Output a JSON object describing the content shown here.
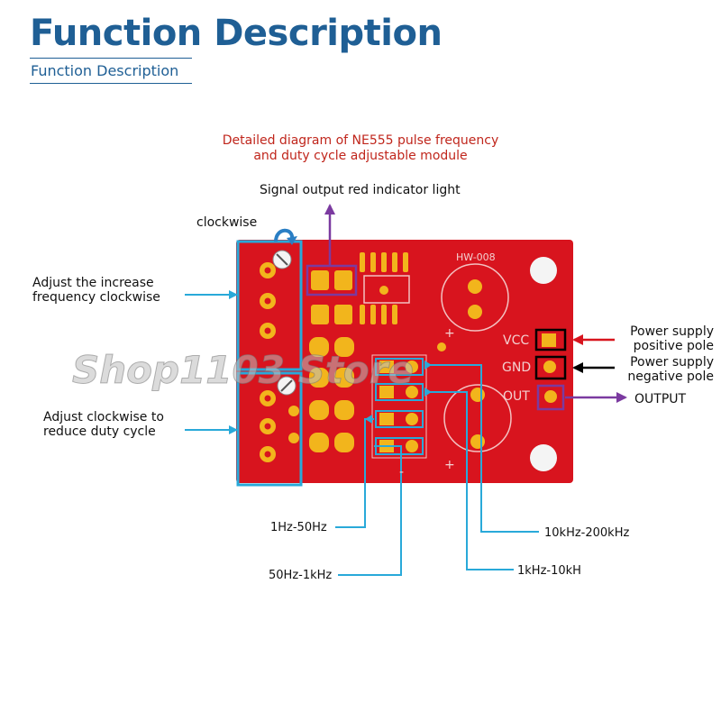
{
  "header": {
    "title": "Function Description",
    "subtitle": "Function Description"
  },
  "diagram": {
    "heading_line1": "Detailed diagram of NE555 pulse frequency",
    "heading_line2": "and duty cycle adjustable module",
    "signal_light_label": "Signal output red indicator light",
    "clockwise_label": "clockwise",
    "freq_adjust_line1": "Adjust the increase",
    "freq_adjust_line2": "frequency clockwise",
    "duty_adjust_line1": "Adjust clockwise to",
    "duty_adjust_line2": "reduce duty cycle",
    "vcc_desc_line1": "Power supply",
    "vcc_desc_line2": "positive pole",
    "gnd_desc_line1": "Power supply",
    "gnd_desc_line2": "negative pole",
    "output_label": "OUTPUT",
    "range_1": "1Hz-50Hz",
    "range_2": "50Hz-1kHz",
    "range_3": "1kHz-10kH",
    "range_4": "10kHz-200kHz"
  },
  "board": {
    "model": "HW-008",
    "pin_vcc": "VCC",
    "pin_gnd": "GND",
    "pin_out": "OUT",
    "plus_1": "+",
    "plus_2": "+",
    "minus": "-",
    "color": "#d8141e"
  },
  "watermark": "Shop1103 Store"
}
